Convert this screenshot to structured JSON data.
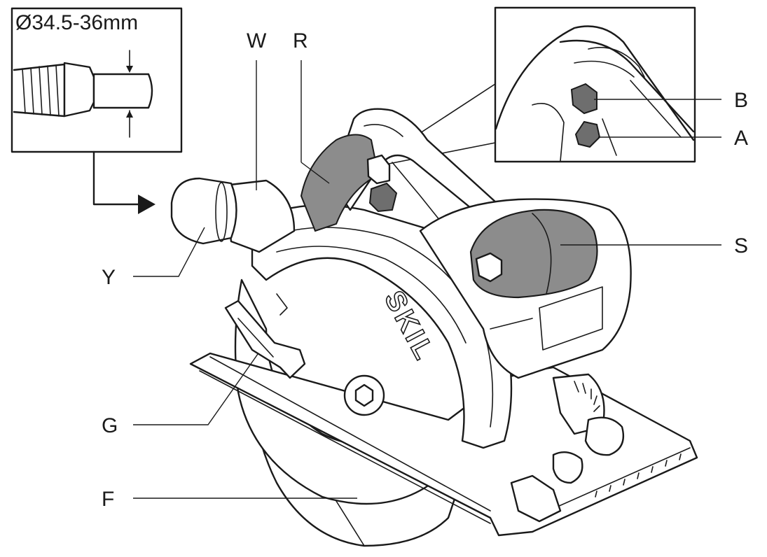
{
  "inset_hose": {
    "diameter_label": "Ø34.5-36mm"
  },
  "labels": {
    "W": "W",
    "R": "R",
    "B": "B",
    "A": "A",
    "S": "S",
    "Y": "Y",
    "G": "G",
    "F": "F"
  },
  "brand": "SKIL",
  "colors": {
    "ink": "#1a1a1a",
    "grey_part": "#8c8c8c",
    "dark_grey": "#6e6e6e",
    "paper": "#ffffff"
  }
}
